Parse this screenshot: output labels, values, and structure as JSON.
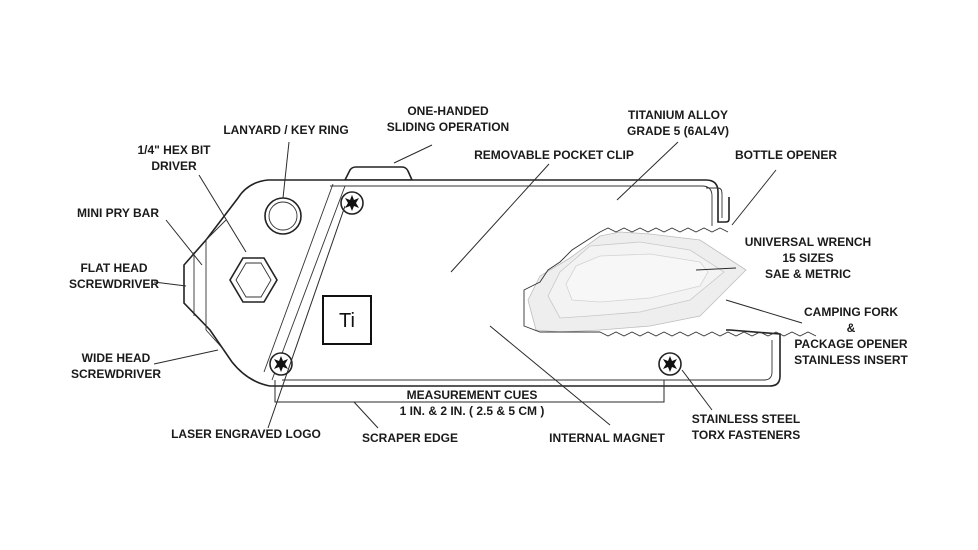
{
  "labels": {
    "one_handed_1": "ONE-HANDED",
    "one_handed_2": "SLIDING OPERATION",
    "titanium_1": "TITANIUM ALLOY",
    "titanium_2": "GRADE 5 (6AL4V)",
    "lanyard": "LANYARD / KEY RING",
    "hex_1": "1/4\" HEX BIT",
    "hex_2": "DRIVER",
    "clip": "REMOVABLE POCKET CLIP",
    "bottle": "BOTTLE OPENER",
    "pry": "MINI PRY BAR",
    "wrench_1": "UNIVERSAL WRENCH",
    "wrench_2": "15 SIZES",
    "wrench_3": "SAE & METRIC",
    "flat_1": "FLAT HEAD",
    "flat_2": "SCREWDRIVER",
    "fork_1": "CAMPING FORK",
    "fork_2": "&",
    "fork_3": "PACKAGE OPENER",
    "fork_4": "STAINLESS INSERT",
    "wide_1": "WIDE HEAD",
    "wide_2": "SCREWDRIVER",
    "measure_1": "MEASUREMENT CUES",
    "measure_2": "1 IN. & 2 IN. ( 2.5 & 5 CM )",
    "logo": "LASER ENGRAVED LOGO",
    "scraper": "SCRAPER EDGE",
    "magnet": "INTERNAL MAGNET",
    "torx_1": "STAINLESS STEEL",
    "torx_2": "TORX FASTENERS"
  },
  "logo_text": "Ti"
}
